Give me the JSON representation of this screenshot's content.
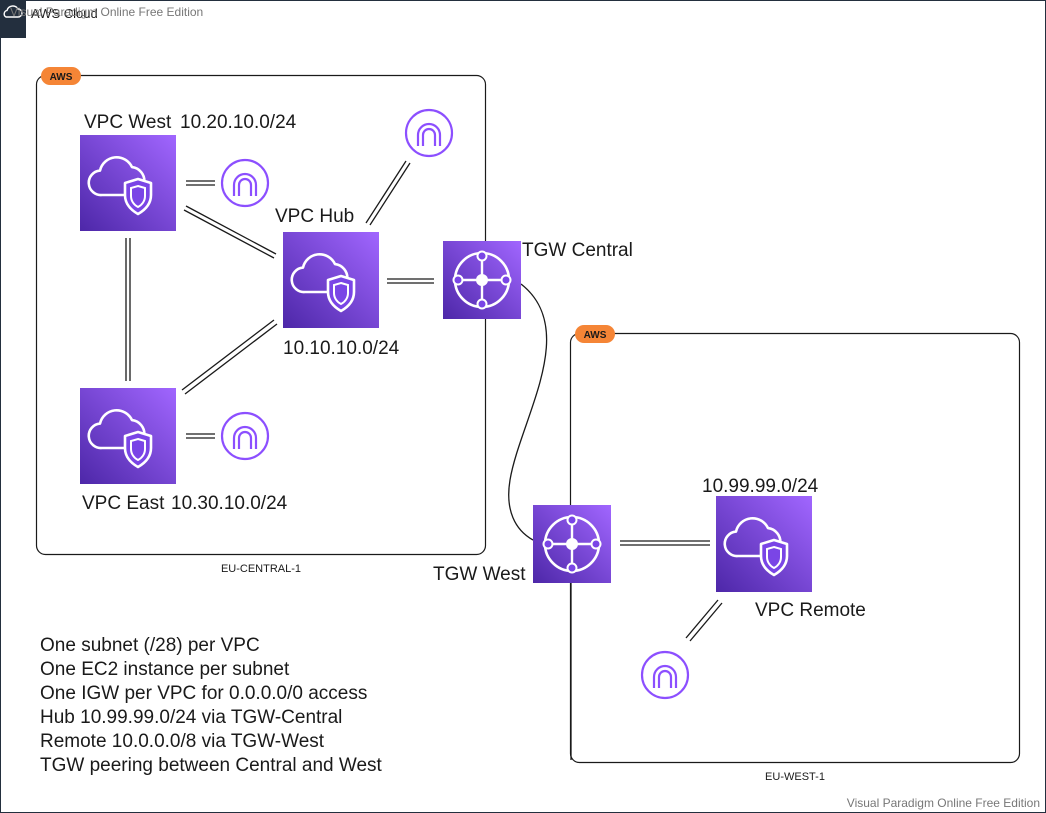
{
  "watermark": "Visual Paradigm Online Free Edition",
  "cloud_label": "AWS Cloud",
  "aws_badge": "AWS",
  "regions": [
    {
      "label": "EU-CENTRAL-1"
    },
    {
      "label": "EU-WEST-1"
    }
  ],
  "vpcs": {
    "west": {
      "name": "VPC West",
      "cidr": "10.20.10.0/24"
    },
    "hub": {
      "name": "VPC Hub",
      "cidr": "10.10.10.0/24"
    },
    "east": {
      "name": "VPC East",
      "cidr": "10.30.10.0/24"
    },
    "remote": {
      "name": "VPC Remote",
      "cidr": "10.99.99.0/24"
    }
  },
  "tgws": {
    "central": {
      "name": "TGW Central"
    },
    "west": {
      "name": "TGW West"
    }
  },
  "notes": [
    "One subnet (/28) per VPC",
    "One EC2 instance per subnet",
    "One IGW per VPC for 0.0.0.0/0 access",
    "Hub 10.99.99.0/24 via TGW-Central",
    "Remote 10.0.0.0/8 via TGW-West",
    "TGW peering between Central and West"
  ],
  "colors": {
    "vpc_purple_dark": "#4D27A8",
    "vpc_purple_light": "#A166FF",
    "igw_purple": "#8C4FFF",
    "aws_badge_orange": "#F58536"
  }
}
